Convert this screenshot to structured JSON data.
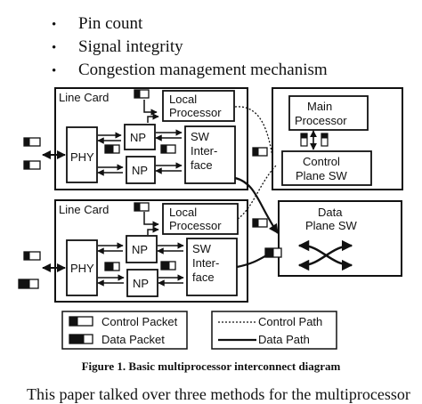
{
  "bullets": [
    "Pin count",
    "Signal integrity",
    "Congestion management mechanism"
  ],
  "diagram": {
    "line_card_label": "Line Card",
    "local_processor": [
      "Local",
      "Processor"
    ],
    "phy_label": "PHY",
    "np_label": "NP",
    "sw_interface": [
      "SW",
      "Inter-",
      "face"
    ],
    "main_processor": [
      "Main",
      "Processor"
    ],
    "control_plane_sw": [
      "Control",
      "Plane SW"
    ],
    "data_plane_sw": [
      "Data",
      "Plane SW"
    ],
    "legend": {
      "control_packet": "Control Packet",
      "data_packet": "Data Packet",
      "control_path": "Control Path",
      "data_path": "Data Path"
    }
  },
  "figure_caption": "Figure 1.  Basic multiprocessor interconnect diagram",
  "body_text": "This paper talked over three methods for the multiprocessor"
}
